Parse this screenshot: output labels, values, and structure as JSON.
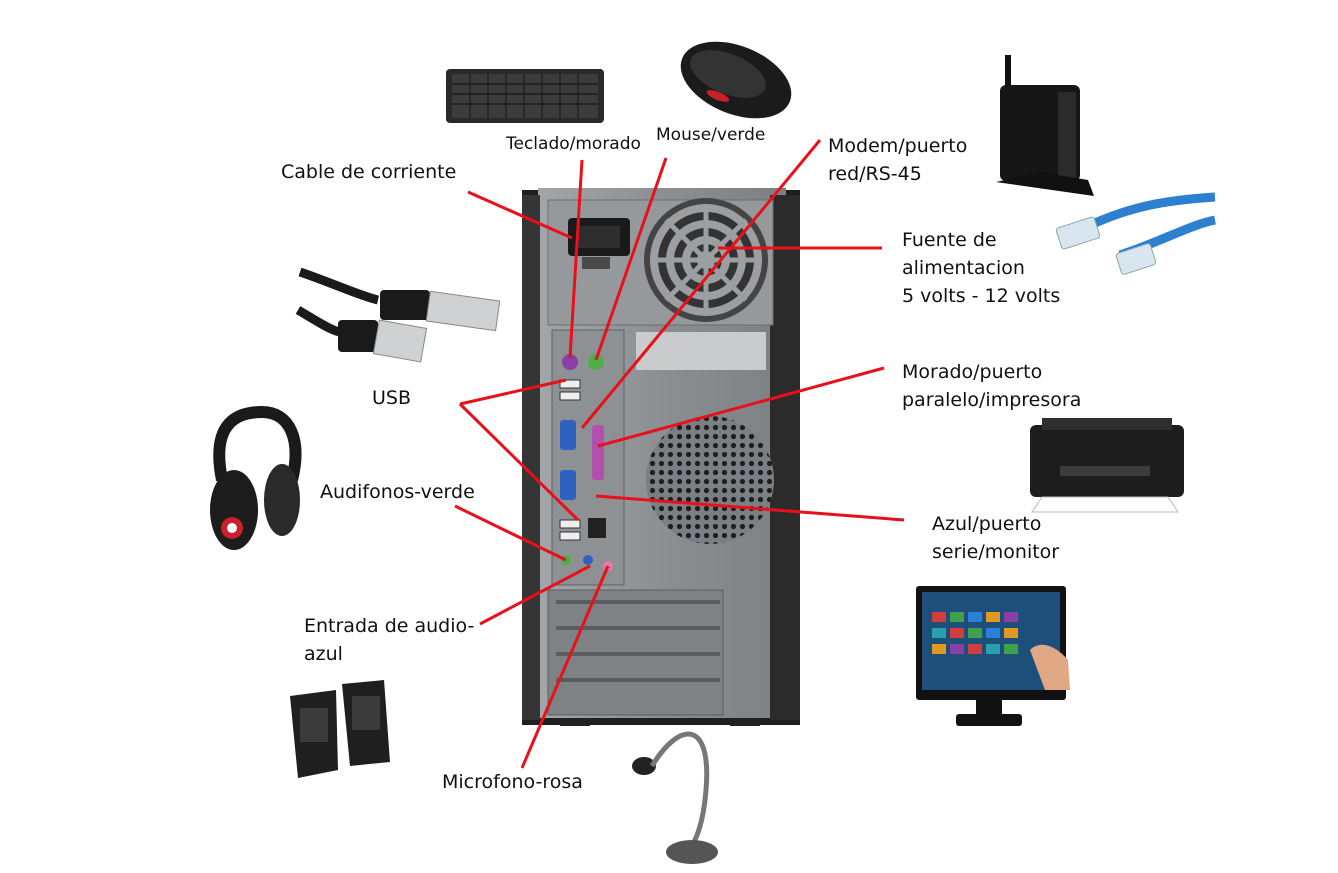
{
  "labels": {
    "cable": "Cable de corriente",
    "teclado": "Teclado/morado",
    "mouse": "Mouse/verde",
    "modem_1": "Modem/puerto",
    "modem_2": "red/RS-45",
    "fuente_1": "Fuente de",
    "fuente_2": "alimentacion",
    "fuente_3": "5 volts - 12 volts",
    "usb": "USB",
    "paralelo_1": "Morado/puerto",
    "paralelo_2": "paralelo/impresora",
    "audifonos": "Audifonos-verde",
    "serie_1": "Azul/puerto",
    "serie_2": "serie/monitor",
    "entrada_1": "Entrada de audio-",
    "entrada_2": "azul",
    "microfono": "Microfono-rosa"
  },
  "colors": {
    "pointer_line": "#e8101a",
    "case_body": "#8a8d90",
    "case_side": "#2b2b2b",
    "port_purple": "#8a3fa6",
    "port_green": "#4fae4a",
    "port_blue": "#2f62c0",
    "port_pink": "#e27aa8",
    "cable_blue": "#2d7fd0"
  },
  "icons": [
    "keyboard-icon",
    "mouse-icon",
    "router-icon",
    "ethernet-cable-icon",
    "usb-cable-icon",
    "headphones-icon",
    "printer-icon",
    "monitor-icon",
    "speakers-icon",
    "microphone-icon",
    "computer-tower-icon"
  ]
}
